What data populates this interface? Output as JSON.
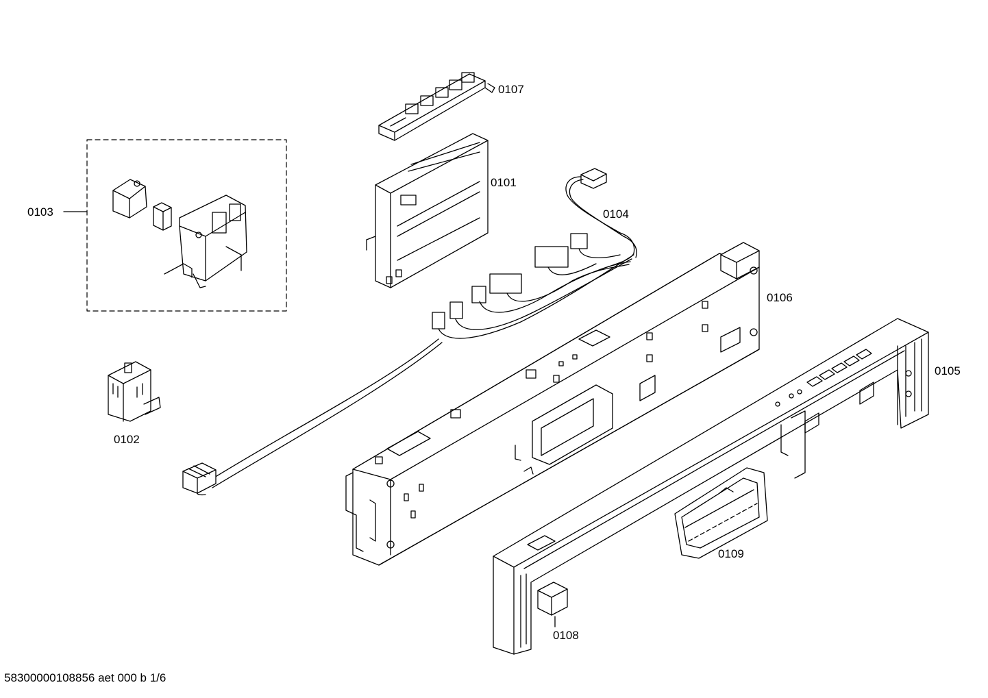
{
  "diagram": {
    "labels": {
      "p0101": "0101",
      "p0102": "0102",
      "p0103": "0103",
      "p0104": "0104",
      "p0105": "0105",
      "p0106": "0106",
      "p0107": "0107",
      "p0108": "0108",
      "p0109": "0109"
    },
    "footer": "58300000108856 aet 000 b 1/6"
  }
}
